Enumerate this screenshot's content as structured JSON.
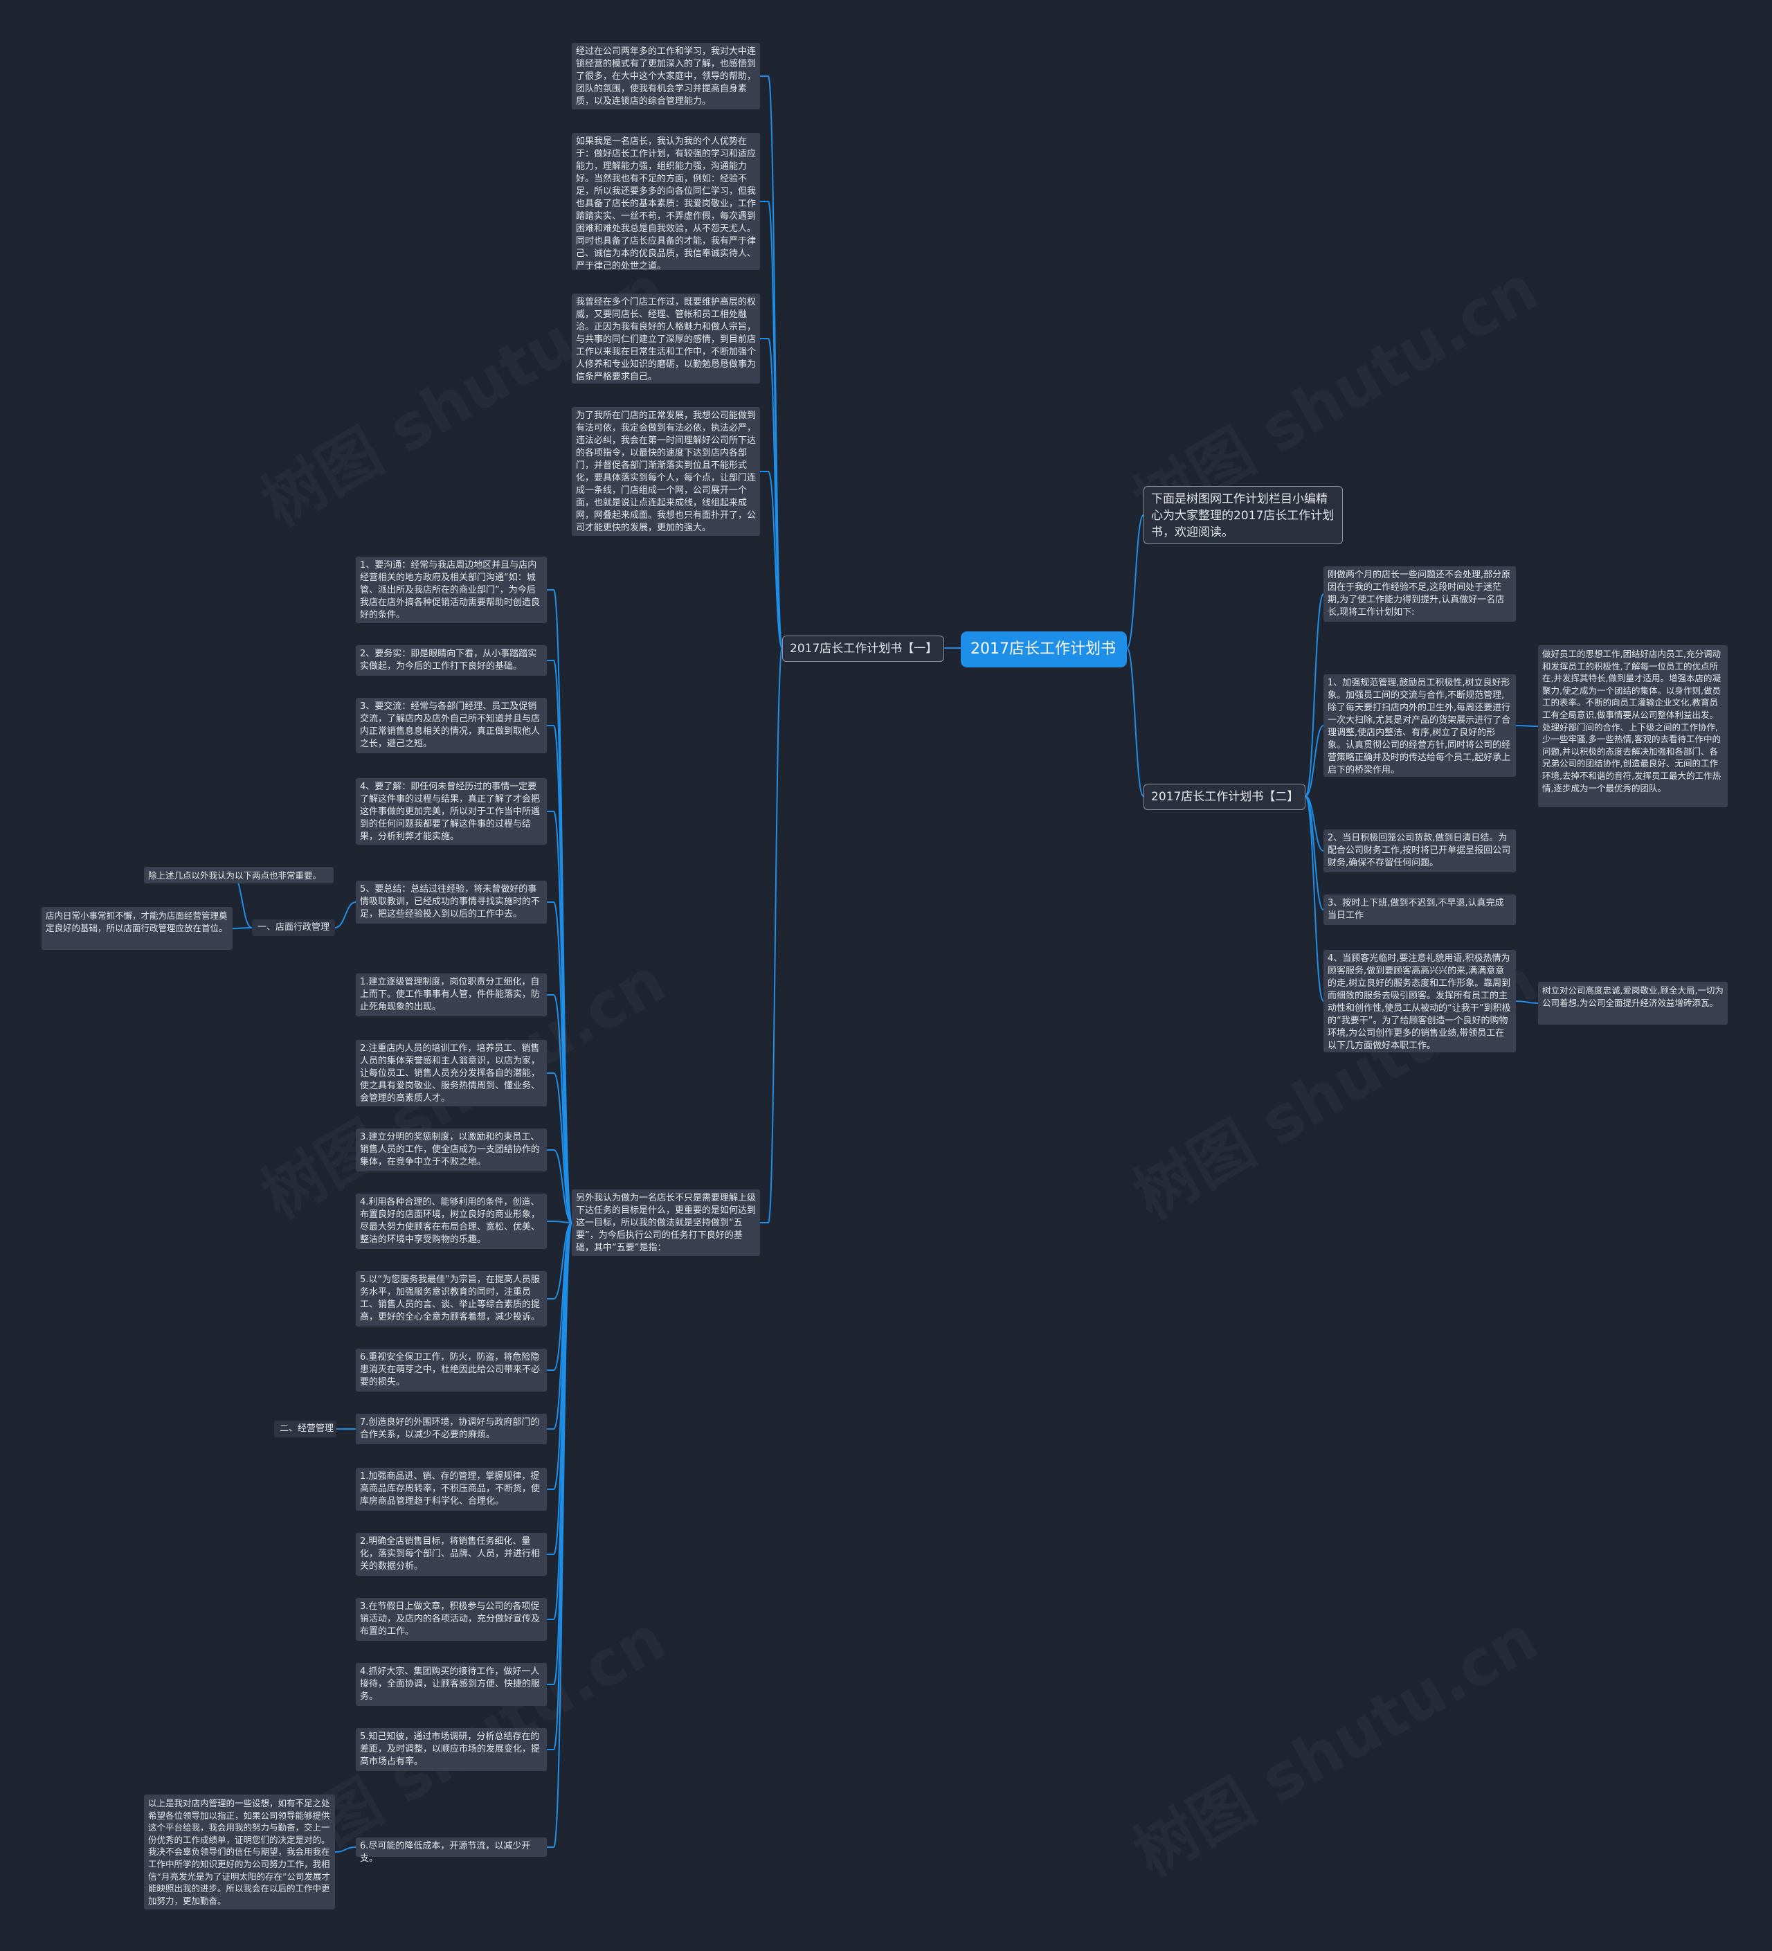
{
  "root": {
    "label": "2017店长工作计划书"
  },
  "intro": {
    "text": "下面是树图网工作计划栏目小编精心为大家整理的2017店长工作计划书，欢迎阅读。"
  },
  "branch1": {
    "label": "2017店长工作计划书【一】",
    "paragraphs": [
      "经过在公司两年多的工作和学习，我对大中连锁经营的模式有了更加深入的了解，也感悟到了很多，在大中这个大家庭中，领导的帮助，团队的氛围，使我有机会学习并提高自身素质，以及连锁店的综合管理能力。",
      "如果我是一名店长，我认为我的个人优势在于：做好店长工作计划，有较强的学习和适应能力，理解能力强，组织能力强，沟通能力好。当然我也有不足的方面，例如：经验不足，所以我还要多多的向各位同仁学习，但我也具备了店长的基本素质：我爱岗敬业，工作踏踏实实、一丝不苟，不弄虚作假，每次遇到困难和难处我总是自我效验，从不怨天尤人。同时也具备了店长应具备的才能，我有严于律己、诚信为本的优良品质，我信奉诚实待人、严于律己的处世之道。",
      "我曾经在多个门店工作过，既要维护高层的权威，又要同店长、经理、管帐和员工相处融洽。正因为我有良好的人格魅力和做人宗旨，与共事的同仁们建立了深厚的感情，到目前店工作以来我在日常生活和工作中，不断加强个人修养和专业知识的磨砺，以勤勉恳恳做事为信条严格要求自己。",
      "为了我所在门店的正常发展，我想公司能做到有法可依，我定会做到有法必依，执法必严，违法必纠，我会在第一时间理解好公司所下达的各项指令，以最快的速度下达到店内各部门，并督促各部门渐渐落实到位且不能形式化，要具体落实到每个人，每个点，让部门连成一条线，门店组成一个网，公司展开一个面，也就是说让点连起来成线，线组起来成网，网叠起来成面。我想也只有面扑开了，公司才能更快的发展，更加的强大。",
      "另外我认为做为一名店长不只是需要理解上级下达任务的目标是什么，更重要的是如何达到这一目标，所以我的做法就是坚持做到“五要”，为今后执行公司的任务打下良好的基础，其中“五要”是指："
    ],
    "five_musts": [
      "1、要沟通：经常与我店周边地区并且与店内经营相关的地方政府及相关部门沟通“如：城管、派出所及我店所在的商业部门”，为今后我店在店外搞各种促销活动需要帮助时创造良好的条件。",
      "2、要务实：即是眼睛向下看，从小事踏踏实实做起，为今后的工作打下良好的基础。",
      "3、要交流：经常与各部门经理、员工及促销交流，了解店内及店外自己所不知道并且与店内正常销售息息相关的情况，真正做到取他人之长，避己之短。",
      "4、要了解：即任何未曾经历过的事情一定要了解这件事的过程与结果，真正了解了才会把这件事做的更加完美，所以对于工作当中所遇到的任何问题我都要了解这件事的过程与结果，分析利弊才能实施。",
      "5、要总结：总结过往经验，将未曾做好的事情吸取教训，已经成功的事情寻找实施时的不足，把这些经验投入到以后的工作中去。"
    ],
    "admin": {
      "label": "一、店面行政管理",
      "note_top": "除上述几点以外我认为以下两点也非常重要。",
      "note_left": "店内日常小事常抓不懈，才能为店面经营管理奠定良好的基础，所以店面行政管理应放在首位。",
      "items": [
        "1.建立逐级管理制度，岗位职责分工细化，自上而下。使工作事事有人管，件件能落实，防止死角现象的出现。",
        "2.注重店内人员的培训工作，培养员工、销售人员的集体荣誉感和主人翁意识，以店为家，让每位员工、销售人员充分发挥各自的潜能，使之具有爱岗敬业、服务热情周到、懂业务、会管理的高素质人才。",
        "3.建立分明的奖惩制度，以激励和约束员工、销售人员的工作，使全店成为一支团结协作的集体，在竞争中立于不败之地。",
        "4.利用各种合理的、能够利用的条件，创造、布置良好的店面环境，树立良好的商业形象，尽最大努力使顾客在布局合理、宽松、优美、整洁的环境中享受购物的乐趣。",
        "5.以“为您服务我最佳”为宗旨，在提高人员服务水平，加强服务意识教育的同时，注重员工、销售人员的言、谈、举止等综合素质的提高，更好的全心全意为顾客着想，减少投诉。",
        "6.重视安全保卫工作，防火，防盗，将危险隐患消灭在萌芽之中，杜绝因此给公司带来不必要的损失。",
        "7.创造良好的外围环境，协调好与政府部门的合作关系，以减少不必要的麻烦。"
      ]
    },
    "ops": {
      "label": "二、经营管理",
      "items": [
        "1.加强商品进、销、存的管理，掌握规律，提高商品库存周转率，不积压商品，不断货，使库房商品管理趋于科学化、合理化。",
        "2.明确全店销售目标，将销售任务细化、量化，落实到每个部门、品牌、人员，并进行相关的数据分析。",
        "3.在节假日上做文章，积极参与公司的各项促销活动，及店内的各项活动，充分做好宣传及布置的工作。",
        "4.抓好大宗、集团购买的接待工作，做好一人接待，全面协调，让顾客感到方便、快捷的服务。",
        "5.知己知彼，通过市场调研，分析总结存在的差距，及时调整，以顺应市场的发展变化，提高市场占有率。",
        "6.尽可能的降低成本，开源节流，以减少开支。"
      ],
      "conclusion": "以上是我对店内管理的一些设想，如有不足之处希望各位领导加以指正，如果公司领导能够提供这个平台给我，我会用我的努力与勤奋，交上一份优秀的工作成绩单，证明您们的决定是对的。我决不会辜负领导们的信任与期望，我会用我在工作中所学的知识更好的为公司努力工作，我相信“月亮发光是为了证明太阳的存在”公司发展才能映照出我的进步。所以我会在以后的工作中更加努力，更加勤奋。"
    }
  },
  "branch2": {
    "label": "2017店长工作计划书【二】",
    "items": [
      "刚做两个月的店长一些问题还不会处理,部分原因在于我的工作经验不足,这段时间处于迷茫期,为了使工作能力得到提升,认真做好一名店长,现将工作计划如下:",
      "1、加强规范管理,鼓励员工积极性,树立良好形象。加强员工间的交流与合作,不断规范管理,除了每天要打扫店内外的卫生外,每周还要进行一次大扫除,尤其是对产品的货架展示进行了合理调整,使店内整洁、有序,树立了良好的形象。认真贯彻公司的经营方针,同时将公司的经营策略正确并及时的传达给每个员工,起好承上启下的桥梁作用。",
      "2、当日积极回笼公司货款,做到日清日结。为配合公司财务工作,按时将已开单据呈报回公司财务,确保不存留任何问题。",
      "3、按时上下班,做到不迟到,不早退,认真完成当日工作",
      "4、当顾客光临时,要注意礼貌用语,积极热情为顾客服务,做到要顾客高高兴兴的来,满满意意的走,树立良好的服务态度和工作形象。靠周到而细致的服务去吸引顾客。发挥所有员工的主动性和创作性,使员工从被动的“让我干”到积极的“我要干”。为了给顾客创造一个良好的购物环境,为公司创作更多的销售业绩,带领员工在以下几方面做好本职工作。"
    ],
    "sub1": "做好员工的思想工作,团结好店内员工,充分调动和发挥员工的积极性,了解每一位员工的优点所在,并发挥其特长,做到量才适用。增强本店的凝聚力,使之成为一个团结的集体。以身作则,做员工的表率。不断的向员工灌输企业文化,教育员工有全局意识,做事情要从公司整体利益出发。处理好部门间的合作、上下级之间的工作协作,少一些牢骚,多一些热情,客观的去看待工作中的问题,并以积极的态度去解决加强和各部门、各兄弟公司的团结协作,创造最良好、无间的工作环境,去掉不和谐的音符,发挥员工最大的工作热情,逐步成为一个最优秀的团队。",
    "sub4": "树立对公司高度忠诚,爱岗敬业,顾全大局,一切为公司着想,为公司全面提升经济效益增砖添瓦。"
  },
  "watermark": {
    "text": "树图 shutu.cn"
  },
  "colors": {
    "background": "#1f2431",
    "link": "#1e8fe8",
    "root": "#1e8fe8",
    "node": "#3a4050"
  }
}
